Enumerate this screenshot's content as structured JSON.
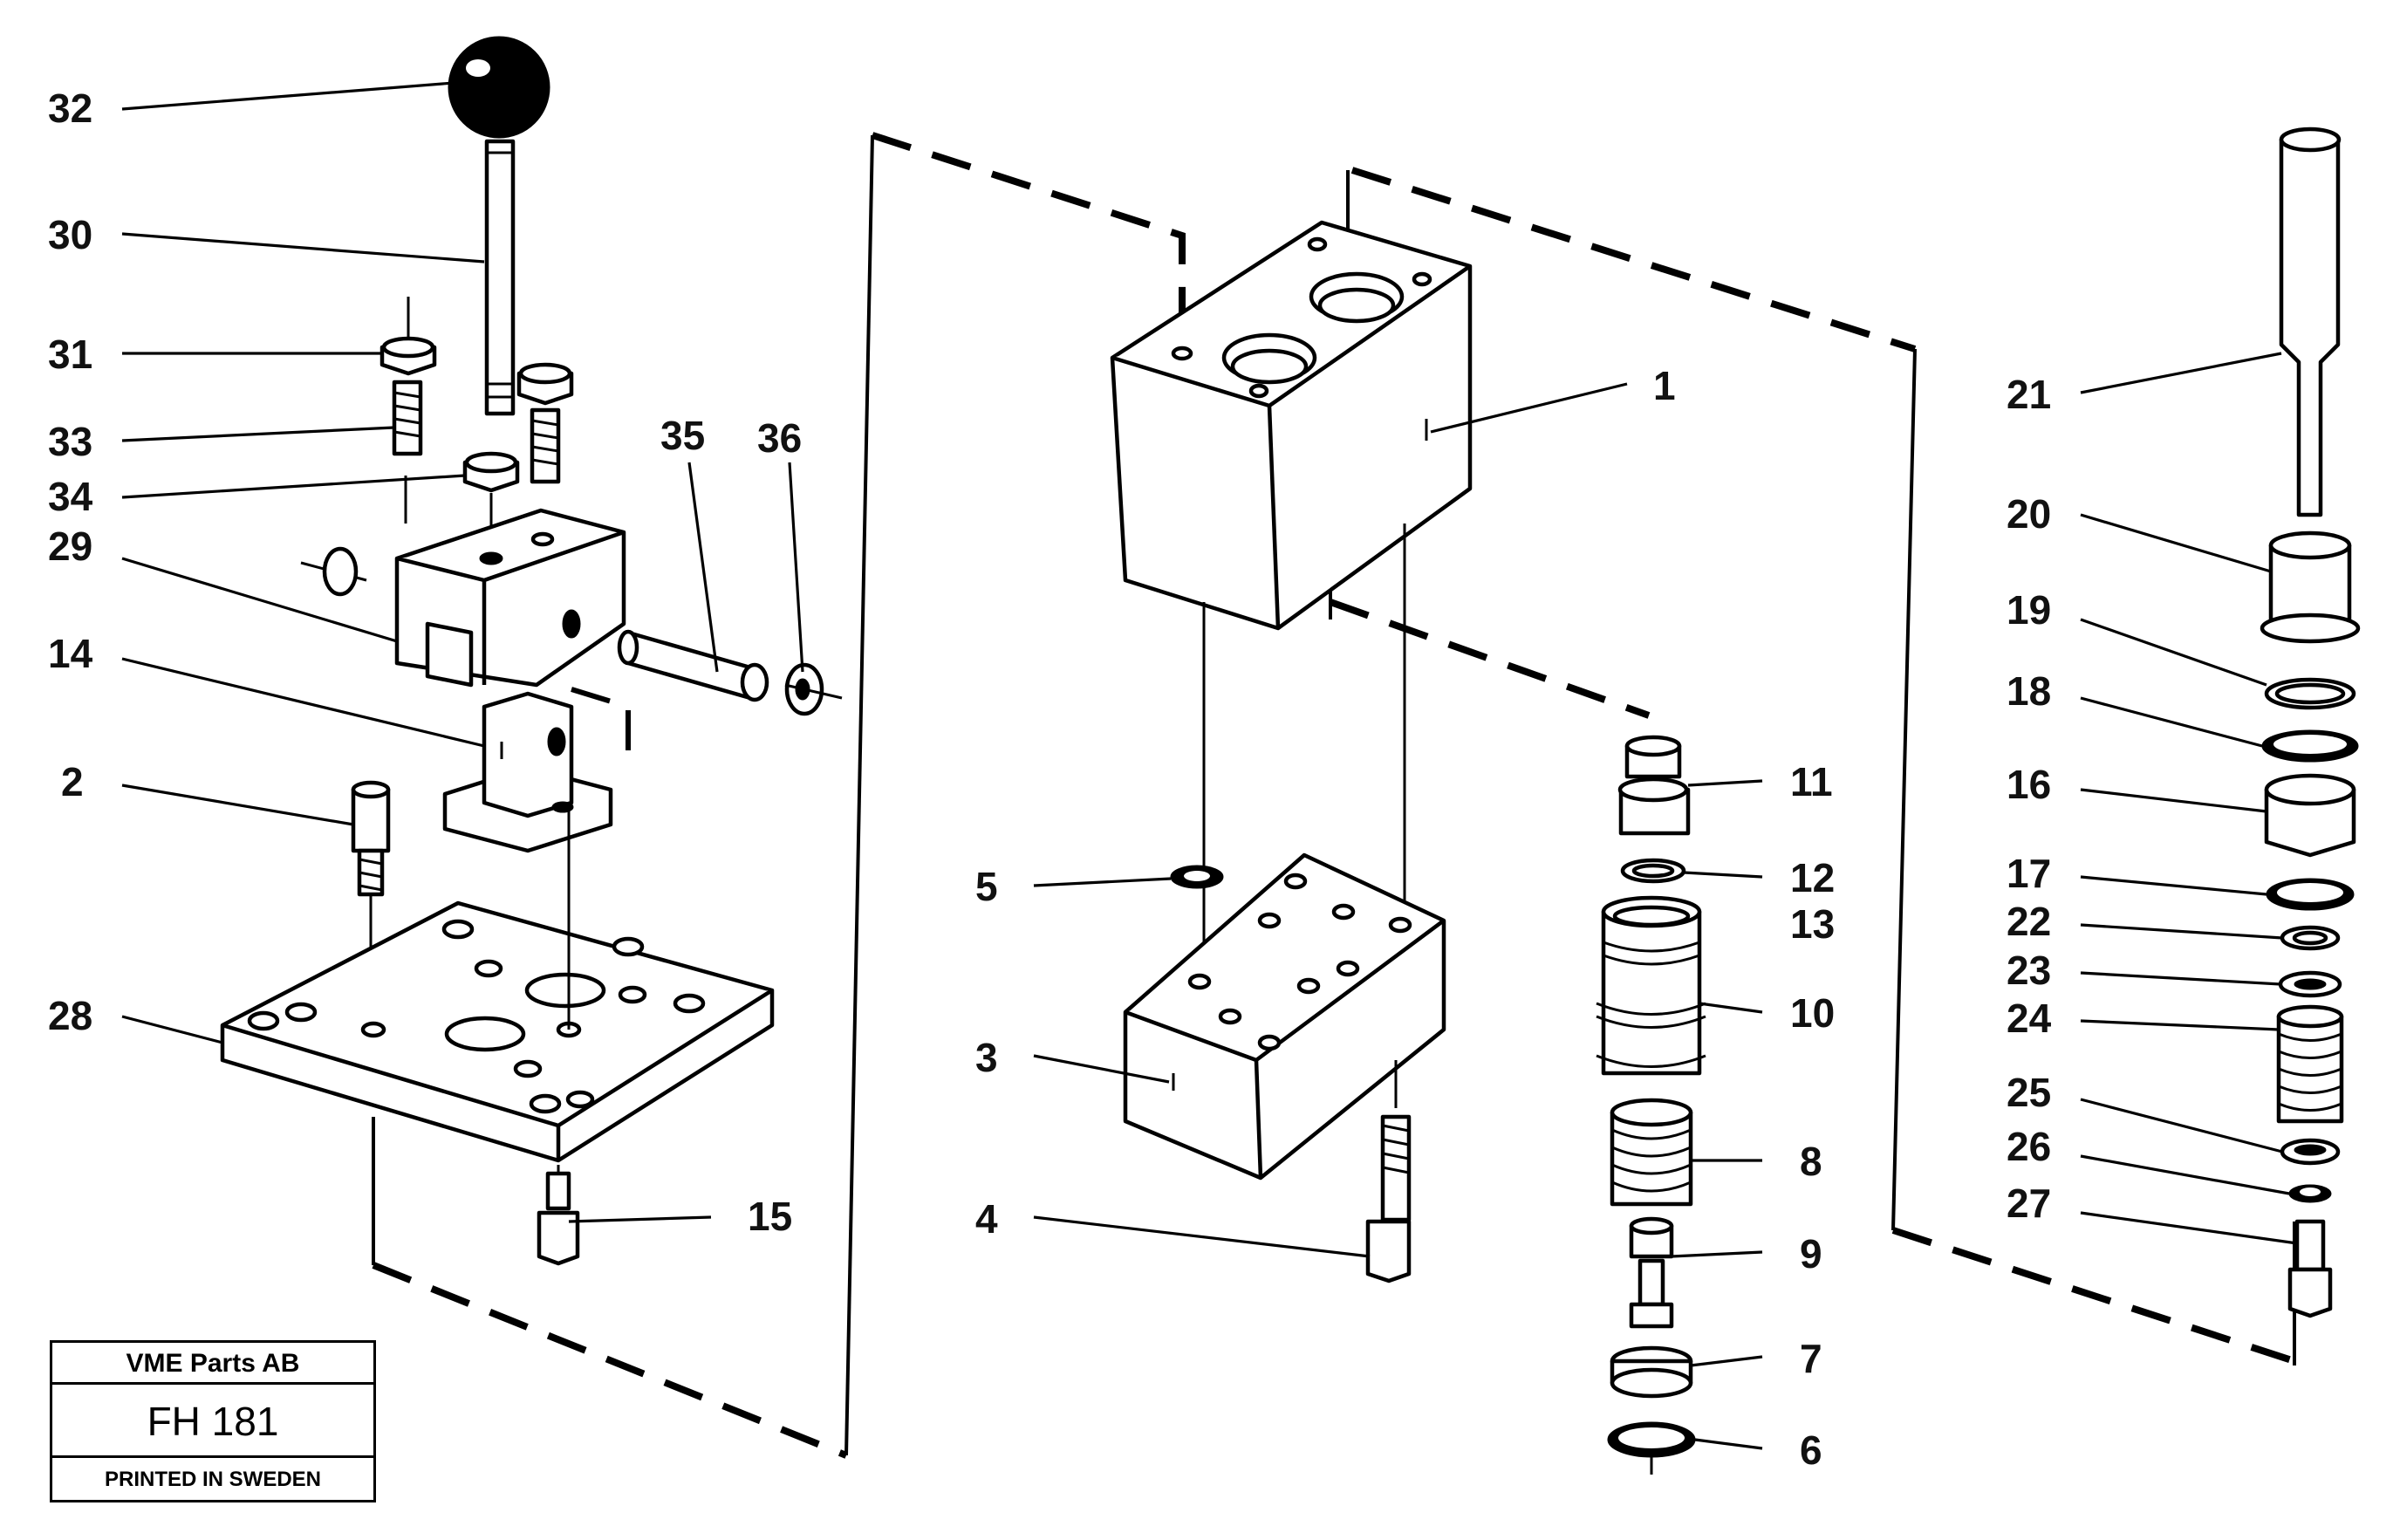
{
  "callouts": [
    {
      "id": "32",
      "label": "32"
    },
    {
      "id": "30",
      "label": "30"
    },
    {
      "id": "31",
      "label": "31"
    },
    {
      "id": "33",
      "label": "33"
    },
    {
      "id": "34",
      "label": "34"
    },
    {
      "id": "29",
      "label": "29"
    },
    {
      "id": "14",
      "label": "14"
    },
    {
      "id": "2",
      "label": "2"
    },
    {
      "id": "28",
      "label": "28"
    },
    {
      "id": "35",
      "label": "35"
    },
    {
      "id": "36",
      "label": "36"
    },
    {
      "id": "15",
      "label": "15"
    },
    {
      "id": "5",
      "label": "5"
    },
    {
      "id": "3",
      "label": "3"
    },
    {
      "id": "4",
      "label": "4"
    },
    {
      "id": "1",
      "label": "1"
    },
    {
      "id": "11",
      "label": "11"
    },
    {
      "id": "12",
      "label": "12"
    },
    {
      "id": "13",
      "label": "13"
    },
    {
      "id": "10",
      "label": "10"
    },
    {
      "id": "8",
      "label": "8"
    },
    {
      "id": "9",
      "label": "9"
    },
    {
      "id": "7",
      "label": "7"
    },
    {
      "id": "6",
      "label": "6"
    },
    {
      "id": "21",
      "label": "21"
    },
    {
      "id": "20",
      "label": "20"
    },
    {
      "id": "19",
      "label": "19"
    },
    {
      "id": "18",
      "label": "18"
    },
    {
      "id": "16",
      "label": "16"
    },
    {
      "id": "17",
      "label": "17"
    },
    {
      "id": "22",
      "label": "22"
    },
    {
      "id": "23",
      "label": "23"
    },
    {
      "id": "24",
      "label": "24"
    },
    {
      "id": "25",
      "label": "25"
    },
    {
      "id": "26",
      "label": "26"
    },
    {
      "id": "27",
      "label": "27"
    }
  ],
  "title_block": {
    "company": "VME Parts AB",
    "code": "FH 181",
    "printed": "PRINTED IN SWEDEN"
  }
}
